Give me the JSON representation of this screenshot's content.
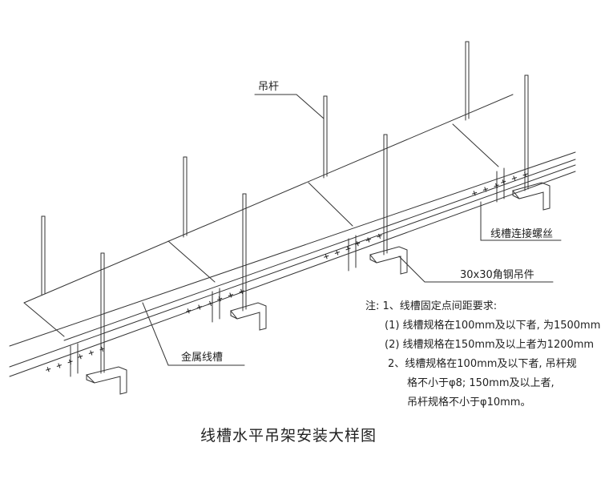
{
  "labels": {
    "rod": "吊杆",
    "screw": "线槽连接螺丝",
    "bracket": "30x30角钢吊件",
    "trough": "金属线槽"
  },
  "plus_mark": "+ + +",
  "notes": {
    "line1": "注: 1、线槽固定点间距要求:",
    "line2": "(1) 线槽规格在100mm及以下者, 为1500mm",
    "line3": "(2) 线槽规格在150mm及以上者为1200mm",
    "line4": "2、线槽规格在100mm及以下者, 吊杆规",
    "line5": "格不小于φ8; 150mm及以上者,",
    "line6": "吊杆规格不小于φ10mm。"
  },
  "title": "线槽水平吊架安装大样图",
  "colors": {
    "line": "#333333",
    "background": "#ffffff"
  }
}
